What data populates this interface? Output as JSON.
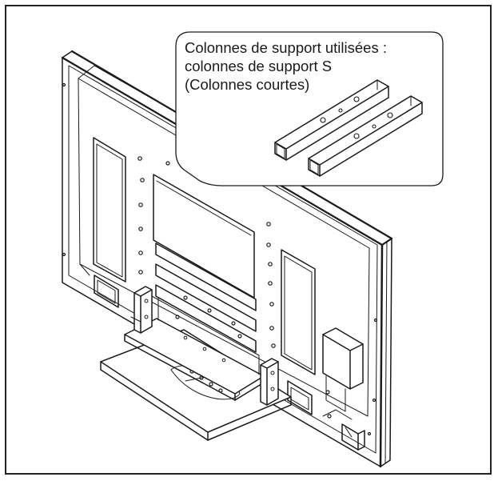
{
  "callout": {
    "line1": "Colonnes de support utilisées :",
    "line2": "colonnes de support S",
    "line3": "(Colonnes courtes)"
  },
  "colors": {
    "stroke": "#1a1a1a",
    "background": "#ffffff"
  }
}
